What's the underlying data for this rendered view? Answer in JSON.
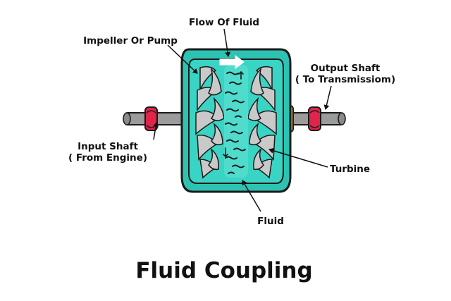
{
  "diagram": {
    "title": "Fluid Coupling",
    "labels": {
      "flow": "Flow Of Fluid",
      "impeller": "Impeller Or Pump",
      "output_line1": "Output Shaft",
      "output_line2": "( To Transmissiom)",
      "input_line1": "Input Shaft",
      "input_line2": "( From Engine)",
      "turbine": "Turbine",
      "fluid": "Fluid"
    }
  },
  "colors": {
    "housing": "#2dc3b3",
    "fluid": "#39d4c4",
    "fluid_core": "#4fdccd",
    "blade": "#c9c9c9",
    "shaft": "#9b9b9b",
    "collar": "#e0244a",
    "bearing": "#d6b347",
    "outline": "#1a1a1a"
  }
}
